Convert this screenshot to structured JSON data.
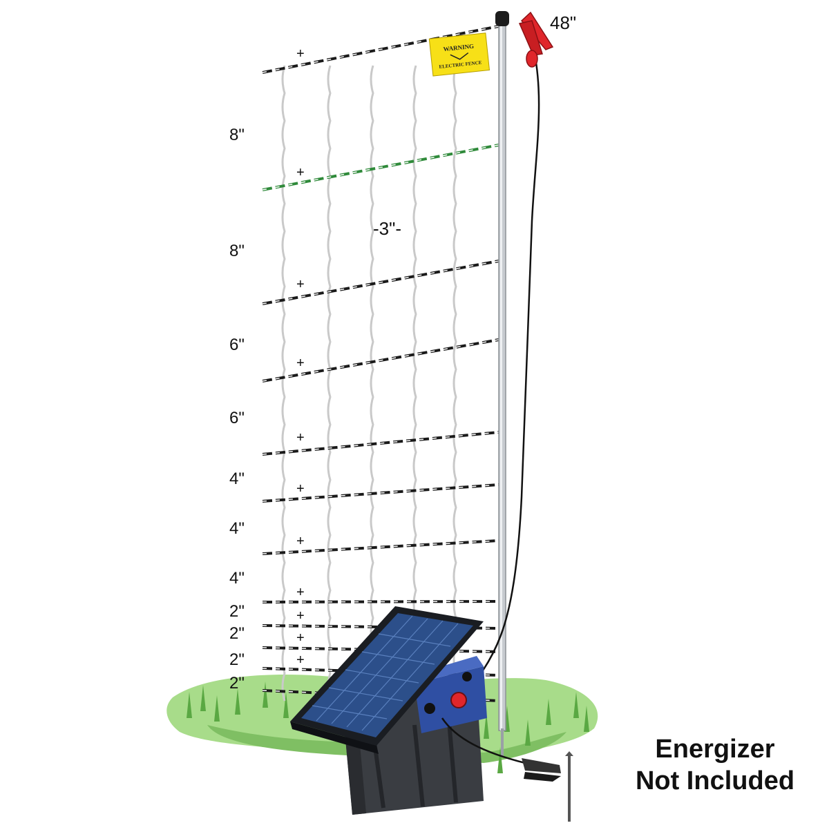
{
  "fence": {
    "height_label": "48\"",
    "vertical_spacing_label": "-3\"-",
    "horizontal_spacings": [
      "8\"",
      "8\"",
      "6\"",
      "6\"",
      "4\"",
      "4\"",
      "4\"",
      "2\"",
      "2\"",
      "2\"",
      "2\""
    ],
    "plus_marks": [
      "+",
      "+",
      "+",
      "+",
      "+",
      "+",
      "+",
      "+",
      "+",
      "+",
      "+"
    ]
  },
  "warning_sign": {
    "line1": "WARNING",
    "line2": "ELECTRIC FENCE"
  },
  "note": {
    "line1": "Energizer",
    "line2": "Not Included"
  },
  "icons": [
    "red-alligator-clip-icon",
    "ground-clip-icon",
    "solar-panel-icon",
    "fence-post-icon"
  ],
  "colors": {
    "clip": "#e0262b",
    "energizer_blue": "#2f4fa3",
    "grass": "#8cc96b",
    "sign": "#f7e017"
  }
}
